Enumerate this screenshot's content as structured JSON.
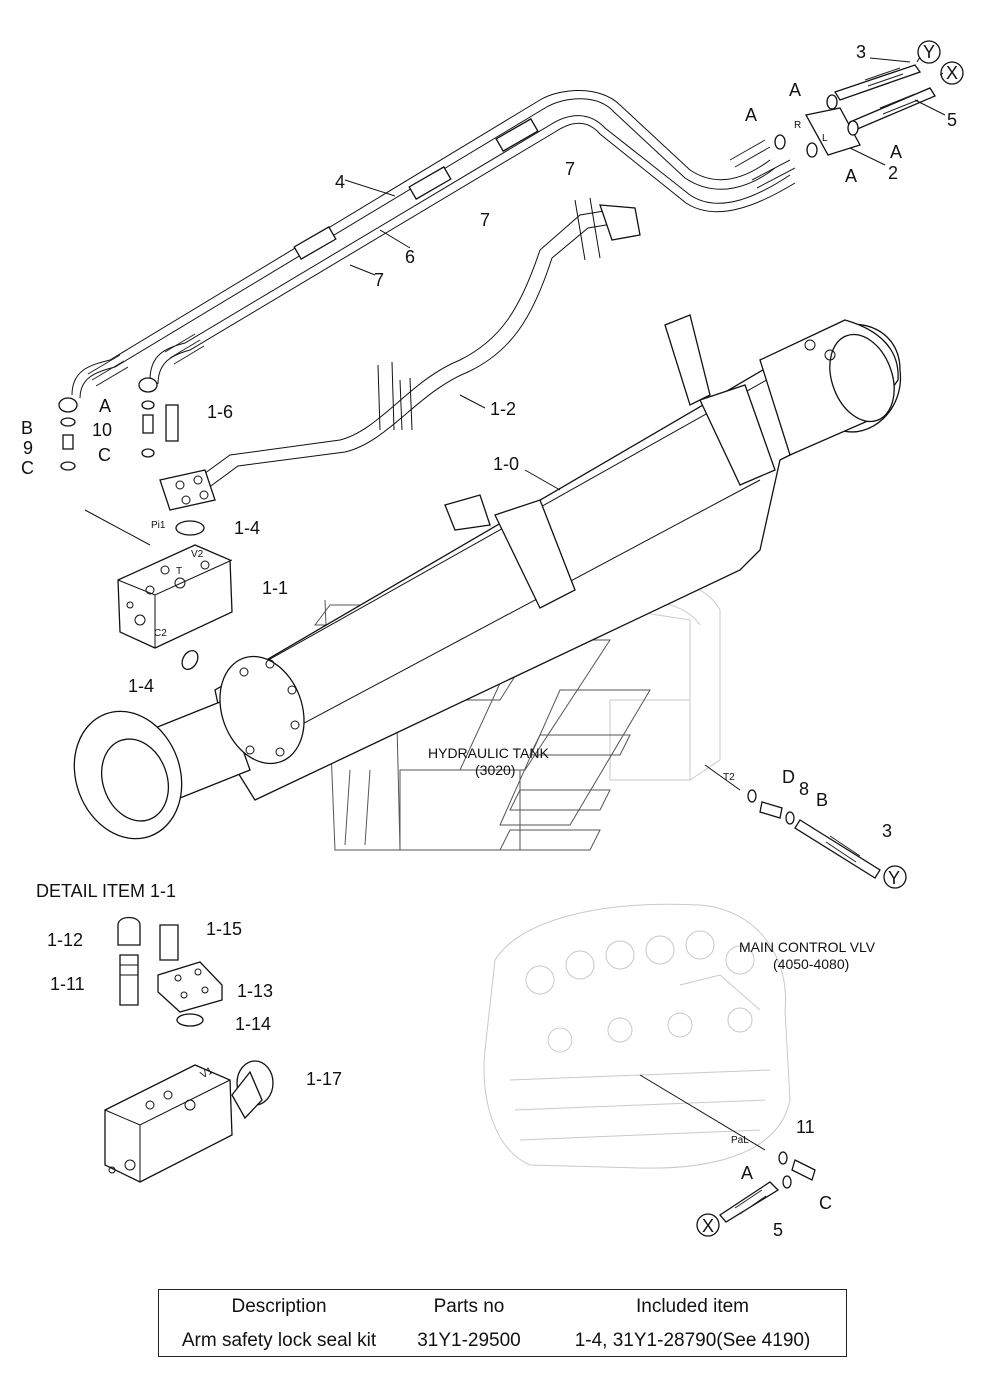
{
  "labels": {
    "hose_3_top": "3",
    "hose_5_top": "5",
    "conn_y_top": "Y",
    "conn_x_top": "X",
    "a1": "A",
    "a2": "A",
    "a3": "A",
    "a4": "A",
    "r": "R",
    "l": "L",
    "item_2": "2",
    "item_4": "4",
    "item_6": "6",
    "item_7a": "7",
    "item_7b": "7",
    "item_7c": "7",
    "item_1_2": "1-2",
    "item_1_0": "1-0",
    "item_1_6": "1-6",
    "item_1_4a": "1-4",
    "item_1_4b": "1-4",
    "item_1_1": "1-1",
    "b_left": "B",
    "nine": "9",
    "c_left": "C",
    "a_left": "A",
    "ten": "10",
    "c_mid": "C",
    "pi1": "Pi1",
    "v2": "V2",
    "t": "T",
    "c2": "C2",
    "hydraulic_tank": "HYDRAULIC TANK",
    "hydraulic_tank_code": "(3020)",
    "t2": "T2",
    "d": "D",
    "eight": "8",
    "b_right": "B",
    "hose_3_bottom": "3",
    "conn_y_bottom": "Y",
    "detail_title": "DETAIL ITEM 1-1",
    "item_1_12": "1-12",
    "item_1_15": "1-15",
    "item_1_11": "1-11",
    "item_1_13": "1-13",
    "item_1_14": "1-14",
    "item_1_17": "1-17",
    "v1": "V1",
    "main_control": "MAIN CONTROL VLV",
    "main_control_code": "(4050-4080)",
    "item_11": "11",
    "pal": "PaL",
    "a_bottom": "A",
    "c_bottom": "C",
    "conn_x_bottom": "X",
    "hose_5_bottom": "5"
  },
  "table": {
    "headers": [
      "Description",
      "Parts no",
      "Included item"
    ],
    "rows": [
      [
        "Arm safety lock seal kit",
        "31Y1-29500",
        "1-4, 31Y1-28790(See 4190)"
      ]
    ]
  }
}
